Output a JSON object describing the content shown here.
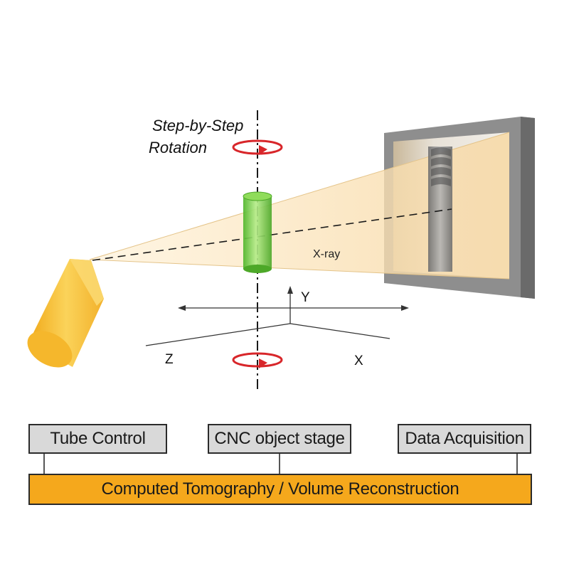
{
  "diagram": {
    "rotation_label_line1": "Step-by-Step",
    "rotation_label_line2": "Rotation",
    "beam_label": "X-ray",
    "axes": {
      "x": "X",
      "y": "Y",
      "z": "Z"
    },
    "colors": {
      "tube": "#f3b62a",
      "sample": "#6ccc3a",
      "beam": "#fbe3b8",
      "detector_frame": "#8c8c8c",
      "ct_bar": "#f5a81c",
      "box_fill": "#d9d9d9",
      "rotation_arrow": "#d8262a"
    }
  },
  "control_boxes": [
    {
      "label": "Tube Control"
    },
    {
      "label": "CNC object stage"
    },
    {
      "label": "Data Acquisition"
    }
  ],
  "ct_bar": {
    "label": "Computed Tomography / Volume Reconstruction"
  }
}
